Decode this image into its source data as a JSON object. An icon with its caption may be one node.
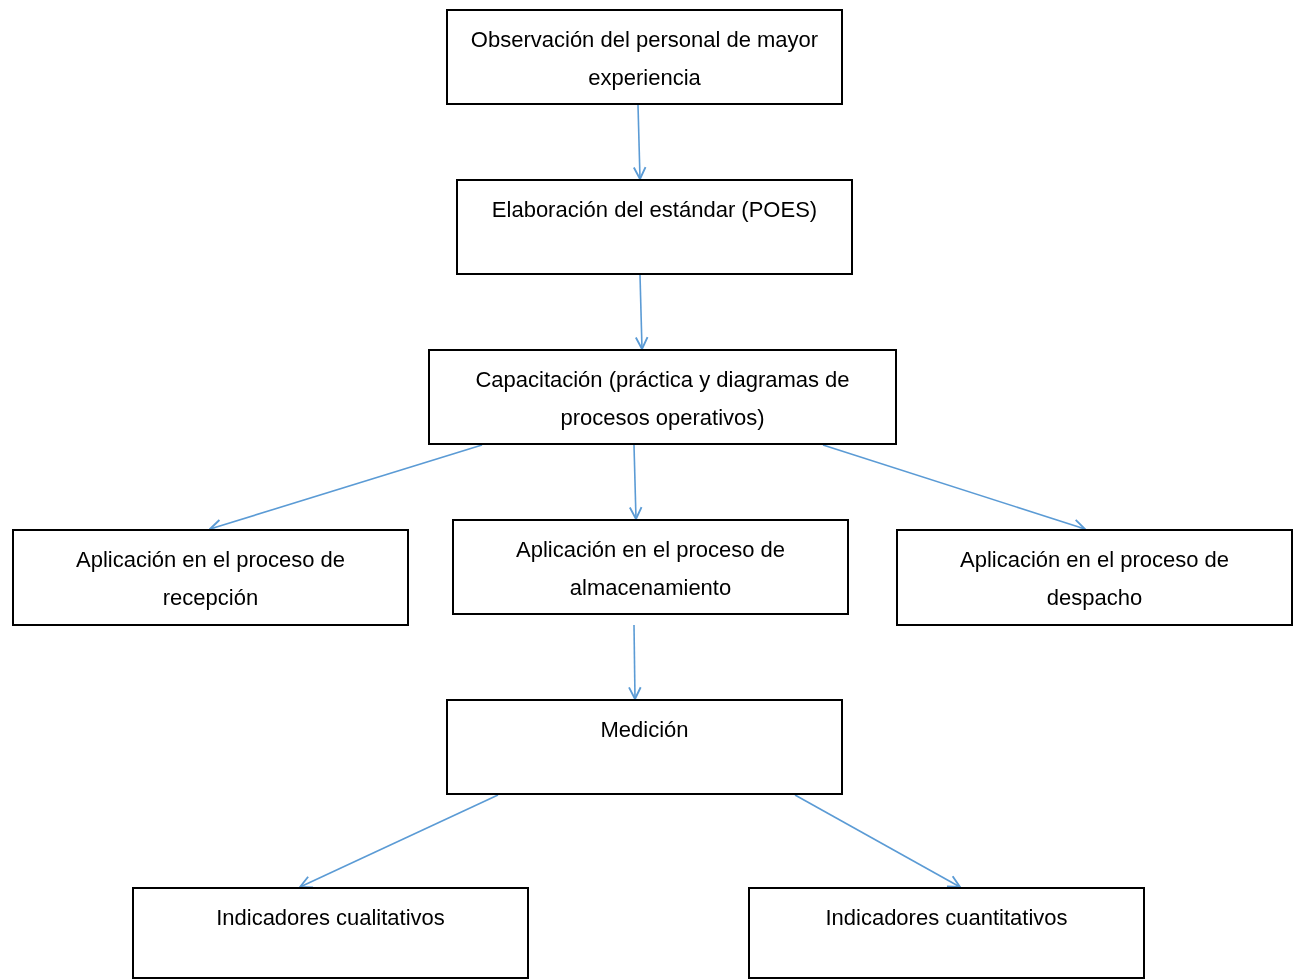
{
  "diagram": {
    "nodes": [
      {
        "text": [
          "Observación del personal de mayor experiencia"
        ]
      },
      {
        "text": [
          "Elaboración del estándar (POES)"
        ]
      },
      {
        "text": [
          "Capacitación (práctica y diagramas de procesos operativos)"
        ]
      },
      {
        "text": [
          "Aplicación en el proceso de recepción"
        ]
      },
      {
        "text": [
          "Aplicación en el proceso de almacenamiento"
        ]
      },
      {
        "text": [
          "Aplicación en el proceso de despacho"
        ]
      },
      {
        "text": [
          "Medición"
        ]
      },
      {
        "text": [
          "Indicadores cualitativos"
        ]
      },
      {
        "text": [
          "Indicadores cuantitativos"
        ]
      }
    ],
    "edges": [
      {
        "from": 0,
        "to": 1,
        "arrow": "to"
      },
      {
        "from": 1,
        "to": 2,
        "arrow": "to"
      },
      {
        "from": 2,
        "to": 3,
        "arrow": "to"
      },
      {
        "from": 2,
        "to": 4,
        "arrow": "to"
      },
      {
        "from": 2,
        "to": 5,
        "arrow": "to"
      },
      {
        "from": 4,
        "to": 6,
        "arrow": "to"
      },
      {
        "from": 6,
        "to": 7,
        "arrow": "to"
      },
      {
        "from": 6,
        "to": 8,
        "arrow": "to"
      }
    ]
  }
}
